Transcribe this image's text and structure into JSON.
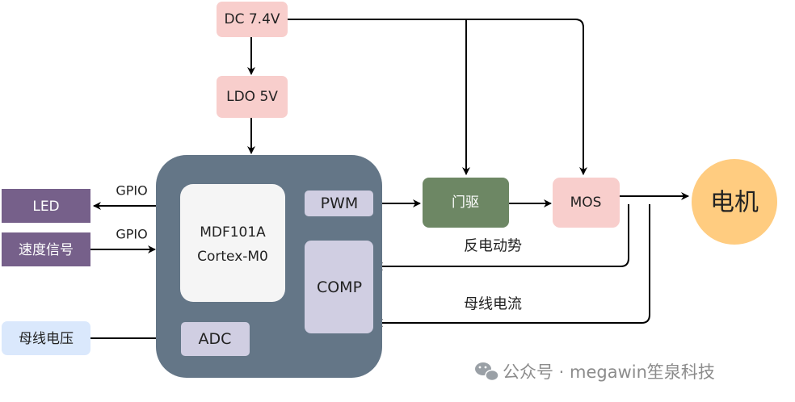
{
  "power": {
    "dc_label": "DC 7.4V",
    "ldo_label": "LDO 5V"
  },
  "mcu": {
    "chip_name": "MDF101A",
    "core_name": "Cortex-M0",
    "pwm_label": "PWM",
    "comp_label": "COMP",
    "adc_label": "ADC"
  },
  "io": {
    "led_label": "LED",
    "speed_signal_label": "速度信号",
    "bus_voltage_label": "母线电压",
    "gpio_out_label": "GPIO",
    "gpio_in_label": "GPIO"
  },
  "drive": {
    "gate_driver_label": "门驱",
    "mos_label": "MOS",
    "motor_label": "电机"
  },
  "feedback": {
    "back_emf_label": "反电动势",
    "bus_current_label": "母线电流"
  },
  "watermark": {
    "text": "公众号 · megawin笙泉科技"
  },
  "colors": {
    "pink_box": "#f8cecc",
    "mcu_body": "#647687",
    "chip_core": "#f5f5f5",
    "peripheral": "#d0cee2",
    "io_box": "#76608a",
    "input_box": "#dae8fc",
    "gate_driver": "#6d8764",
    "motor": "#ffcc80",
    "line": "#000000"
  }
}
